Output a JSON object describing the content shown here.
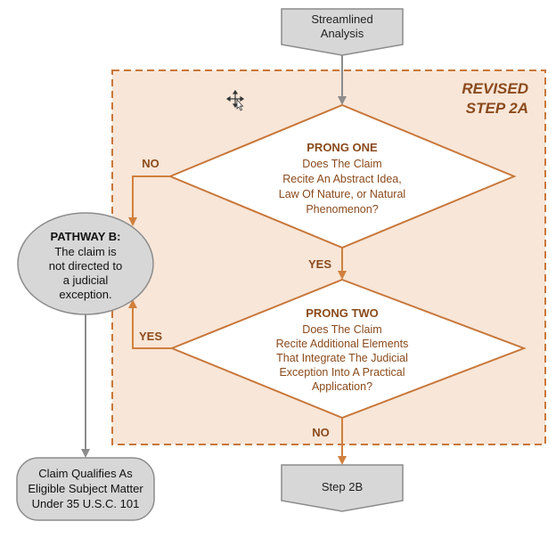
{
  "region_label": [
    "REVISED",
    "STEP 2A"
  ],
  "start_node": [
    "Streamlined",
    "Analysis"
  ],
  "prong_one": {
    "title": "PRONG ONE",
    "lines": [
      "Does The Claim",
      "Recite An Abstract Idea,",
      "Law Of Nature, or Natural",
      "Phenomenon?"
    ]
  },
  "prong_two": {
    "title": "PRONG TWO",
    "lines": [
      "Does The Claim",
      "Recite Additional Elements",
      "That Integrate The Judicial",
      "Exception Into A Practical",
      "Application?"
    ]
  },
  "pathway_b": {
    "title": "PATHWAY B:",
    "lines": [
      "The claim is",
      "not directed to",
      "a judicial",
      "exception."
    ]
  },
  "qualifies_node": [
    "Claim Qualifies As",
    "Eligible Subject Matter",
    "Under 35 U.S.C. 101"
  ],
  "end_node": "Step 2B",
  "edge_labels": {
    "prong_one_no": "NO",
    "prong_one_yes": "YES",
    "prong_two_yes": "YES",
    "prong_two_no": "NO"
  },
  "colors": {
    "region_fill": "#f8e6d8",
    "region_border": "#c8773a",
    "label_brown": "#8a4a1c",
    "node_gray": "#d7d7d7",
    "node_border": "#8c8c8c",
    "arrow": "#8c8c8c",
    "arrow_orange": "#d0803c"
  }
}
